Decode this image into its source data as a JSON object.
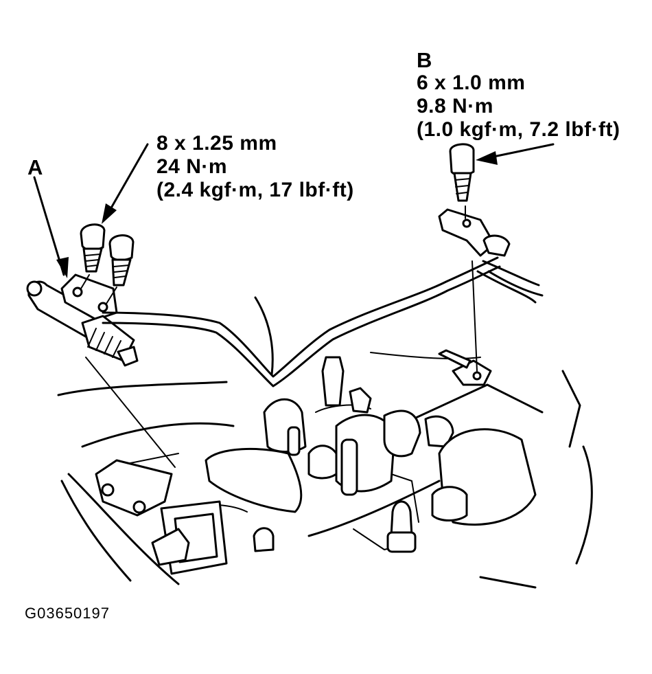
{
  "callouts": {
    "a": {
      "letter": "A"
    },
    "bolt_a": {
      "line1": "8 x 1.25 mm",
      "line2": "24 N·m",
      "line3": "(2.4 kgf·m, 17 lbf·ft)"
    },
    "b": {
      "letter": "B",
      "line1": "6 x 1.0 mm",
      "line2": "9.8 N·m",
      "line3": "(1.0 kgf·m, 7.2 lbf·ft)"
    }
  },
  "figure_id": "G03650197"
}
